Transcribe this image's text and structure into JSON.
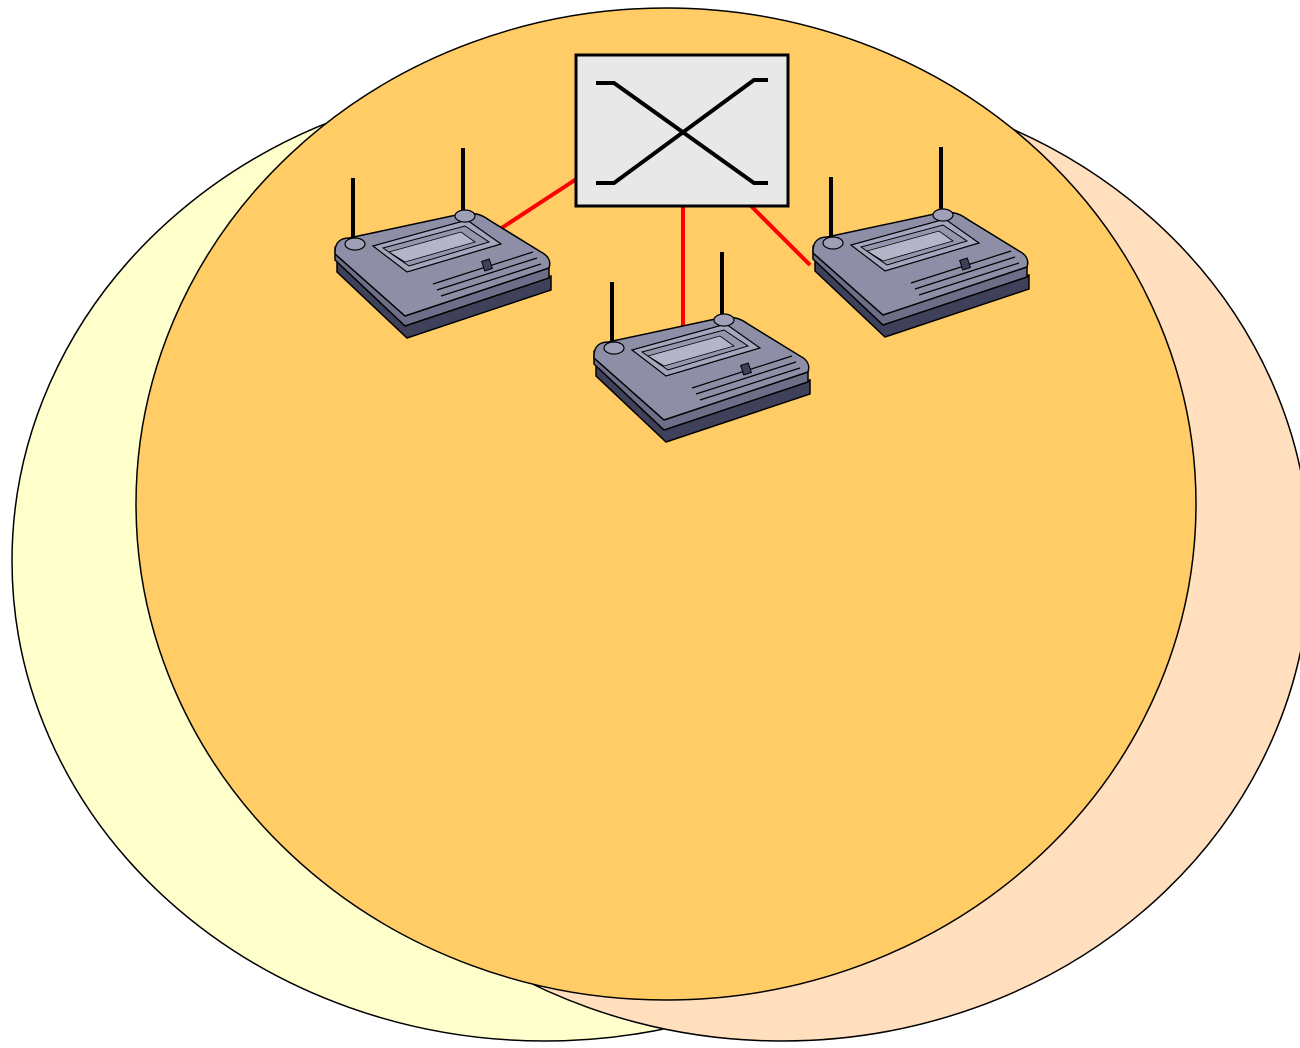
{
  "diagram": {
    "colors": {
      "background": "#ffffff",
      "coverage_left": "#ffffcc",
      "coverage_right": "#ffdfbe",
      "coverage_center": "#ffcc66",
      "outline": "#000000",
      "switch_fill": "#e8e8e8",
      "link": "#ff0000",
      "router_body": "#8e8fa6",
      "router_top": "#a5a6bd",
      "router_dark": "#3f405a"
    },
    "nodes": [
      {
        "id": "switch",
        "icon": "network-switch-icon"
      },
      {
        "id": "ap-left",
        "icon": "wireless-access-point-icon"
      },
      {
        "id": "ap-center",
        "icon": "wireless-access-point-icon"
      },
      {
        "id": "ap-right",
        "icon": "wireless-access-point-icon"
      }
    ],
    "links": [
      {
        "from": "switch",
        "to": "ap-left"
      },
      {
        "from": "switch",
        "to": "ap-center"
      },
      {
        "from": "switch",
        "to": "ap-right"
      }
    ],
    "coverage_areas": [
      "coverage-left",
      "coverage-right",
      "coverage-center"
    ]
  }
}
